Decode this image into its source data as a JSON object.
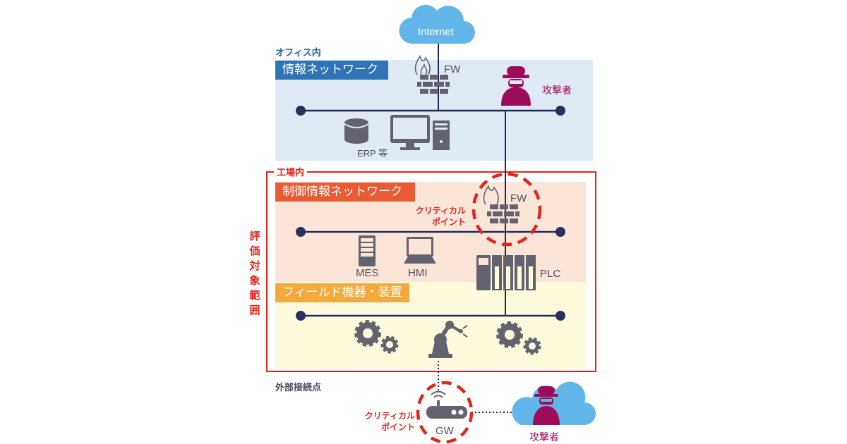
{
  "colors": {
    "office_bg": "#dfeaf5",
    "control_bg": "#fbe5d9",
    "field_bg": "#fefbdc",
    "office_banner": "#2f74b6",
    "control_banner": "#e95b32",
    "field_banner": "#f4a93b",
    "scope_red": "#e2261b",
    "attacker": "#9c0c58",
    "cloud": "#62b5e8",
    "device_gray": "#63636f",
    "line": "#232a5a"
  },
  "internet": {
    "label": "Internet"
  },
  "office": {
    "caption": "オフィス内",
    "banner": "情報ネットワーク",
    "firewall_label": "FW",
    "attacker_label": "攻撃者",
    "devices_label": "ERP 等"
  },
  "factory": {
    "caption": "工場内",
    "evaluation_scope": [
      "評",
      "価",
      "対",
      "象",
      "範",
      "囲"
    ],
    "control_network": {
      "banner": "制御情報ネットワーク",
      "firewall_label": "FW",
      "critical_point": [
        "クリティカル",
        "ポイント"
      ],
      "devices": [
        "MES",
        "HMI",
        "PLC"
      ]
    },
    "field": {
      "banner": "フィールド機器・装置"
    }
  },
  "external": {
    "caption": "外部接続点",
    "gateway_label": "GW",
    "critical_point": [
      "クリティカル",
      "ポイント"
    ],
    "attacker_label": "攻撃者"
  }
}
